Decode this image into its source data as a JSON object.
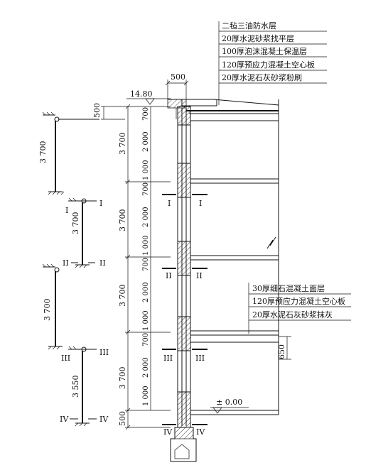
{
  "roof_layers": [
    "二毡三油防水层",
    "20厚水泥砂浆找平层",
    "100厚泡沫混凝土保温层",
    "120厚预应力混凝土空心板",
    "20厚水泥石灰砂浆粉刷"
  ],
  "floor_layers": [
    "30厚细石混凝土面层",
    "120厚预应力混凝土空心板",
    "20厚水泥石灰砂浆抹灰"
  ],
  "elevation_roof": "14.80",
  "elevation_ground": "± 0.00",
  "dim_overhang": "500",
  "dim_parapet": "500",
  "dim_base": "500",
  "dim_floor_thickness": "650",
  "story_heights": [
    "3 700",
    "3 700",
    "3 700",
    "3 700"
  ],
  "segment_dims": [
    "700",
    "2 000",
    "1 000"
  ],
  "calc_heights": [
    "3 700",
    "3 700",
    "3 700",
    "3 550"
  ],
  "section_labels": [
    "I",
    "II",
    "III",
    "IV"
  ]
}
